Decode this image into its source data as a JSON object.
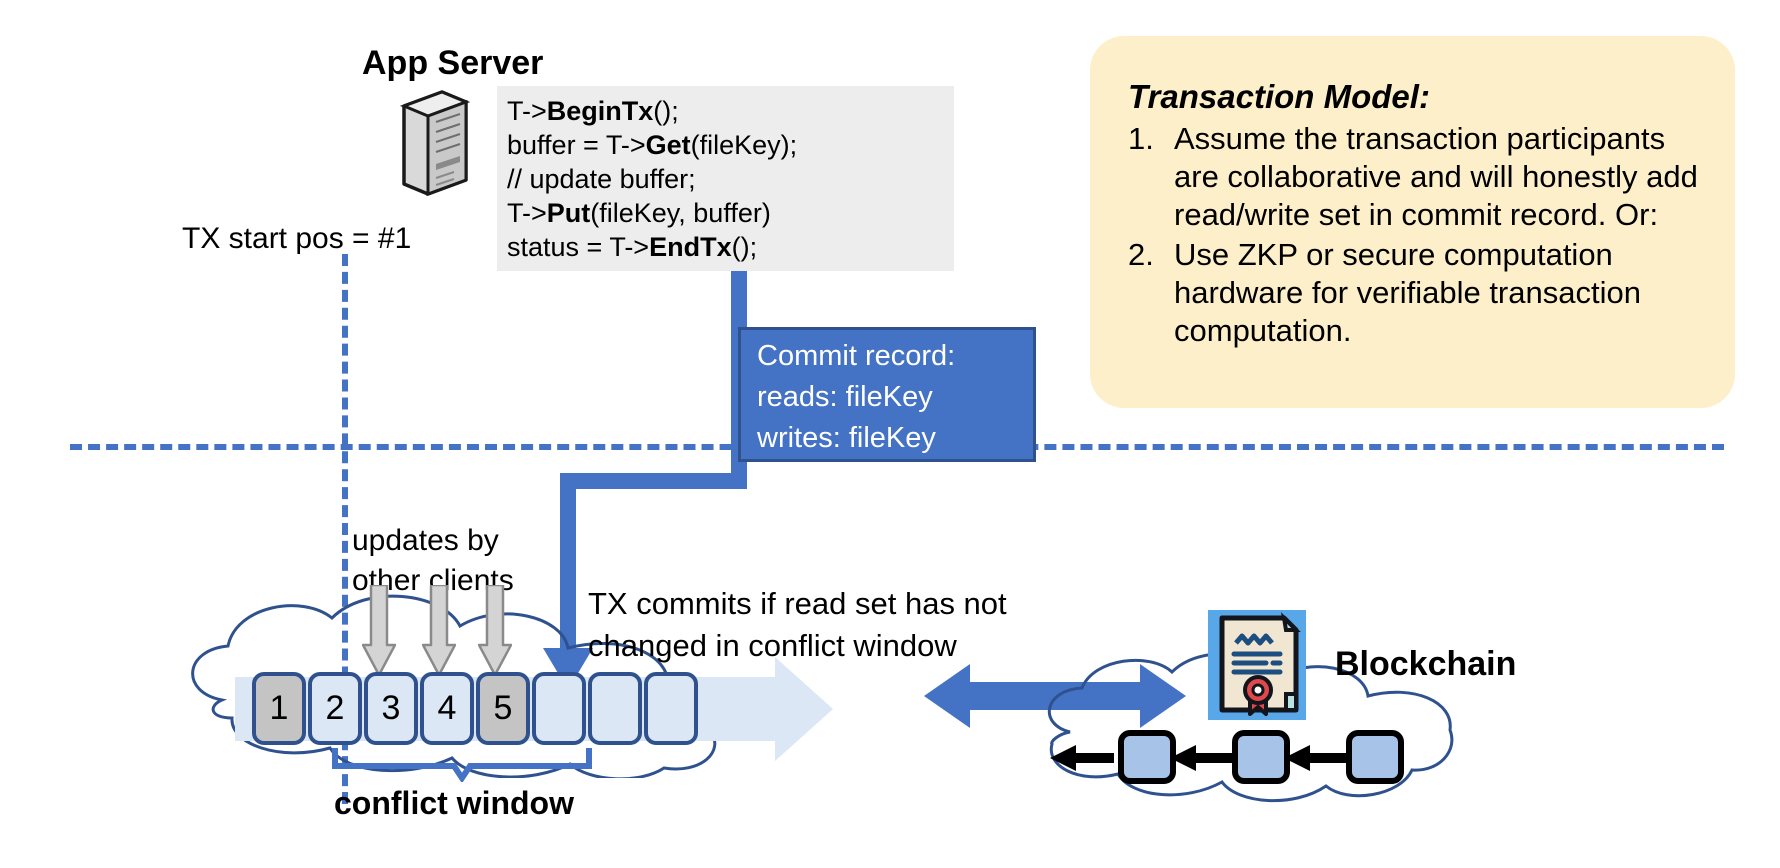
{
  "diagram": {
    "app_server": {
      "title": "App Server",
      "icon": "server-tower-icon",
      "code_lines": [
        {
          "plain_a": "T->",
          "bold": "BeginTx",
          "plain_b": "();"
        },
        {
          "plain_a": "buffer = T->",
          "bold": "Get",
          "plain_b": "(fileKey);"
        },
        {
          "plain_a": "// update buffer;",
          "bold": "",
          "plain_b": ""
        },
        {
          "plain_a": "T->",
          "bold": "Put",
          "plain_b": "(fileKey, buffer)"
        },
        {
          "plain_a": "status = T->",
          "bold": "EndTx",
          "plain_b": "();"
        }
      ]
    },
    "tx_start_label": "TX start pos = #1",
    "commit_record": {
      "title": "Commit record:",
      "reads": "reads: fileKey",
      "writes": "writes: fileKey"
    },
    "updates_label_line1": "updates by",
    "updates_label_line2": "other clients",
    "tx_commits_note_line1": "TX commits if read set has not",
    "tx_commits_note_line2": "changed in conflict window",
    "log_blocks": [
      {
        "label": "1",
        "state": "filled"
      },
      {
        "label": "2",
        "state": "empty"
      },
      {
        "label": "3",
        "state": "empty"
      },
      {
        "label": "4",
        "state": "empty"
      },
      {
        "label": "5",
        "state": "filled"
      },
      {
        "label": "",
        "state": "empty"
      },
      {
        "label": "",
        "state": "empty"
      },
      {
        "label": "",
        "state": "empty"
      }
    ],
    "conflict_window_label": "conflict window",
    "blockchain_label": "Blockchain",
    "chain_blocks": [
      "",
      "",
      ""
    ],
    "transaction_model": {
      "title": "Transaction Model:",
      "items": [
        {
          "num": "1.",
          "text": "Assume the transaction participants are collaborative and will honestly add read/write set in commit record.  Or:"
        },
        {
          "num": "2.",
          "text": "Use ZKP or secure computation hardware for verifiable transaction computation."
        }
      ]
    },
    "colors": {
      "accent_blue": "#4472c4",
      "dark_blue": "#2f528f",
      "light_blue_fill": "#dbe7f5",
      "gray_fill": "#c4c4c4",
      "card_yellow": "#fcefc9",
      "code_bg": "#ededed",
      "chain_block_blue": "#a8c3e8",
      "cert_badge_red": "#e0484b"
    }
  }
}
